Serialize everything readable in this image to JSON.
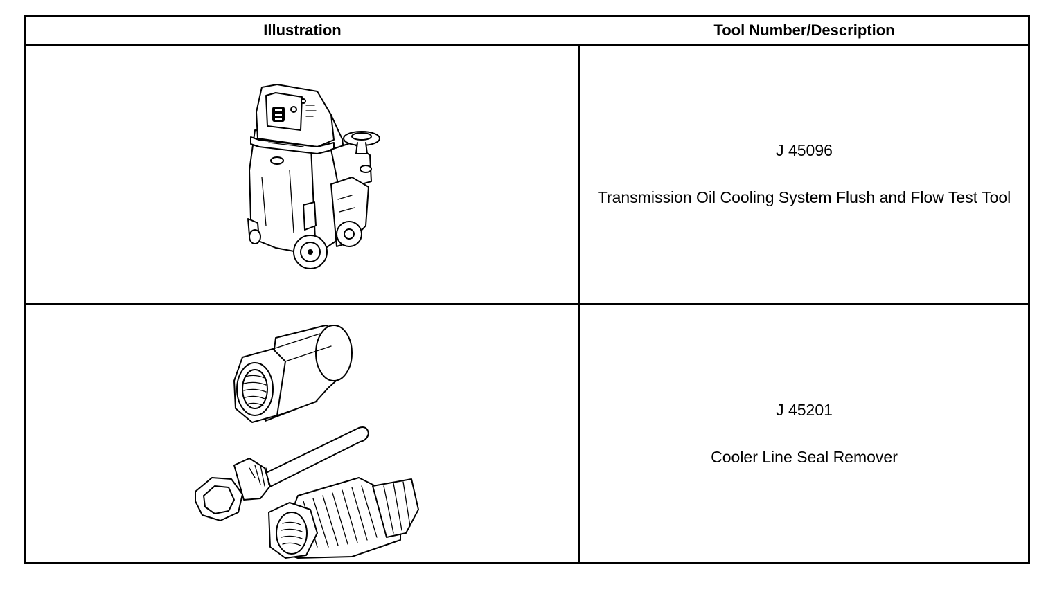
{
  "table": {
    "headers": {
      "illustration": "Illustration",
      "tool": "Tool Number/Description"
    },
    "rows": [
      {
        "tool_number": "J 45096",
        "description": "Transmission Oil Cooling System Flush and Flow Test Tool",
        "illustration_icon": "flush-flow-test-cart-icon"
      },
      {
        "tool_number": "J 45201",
        "description": "Cooler Line Seal Remover",
        "illustration_icon": "seal-remover-kit-icon"
      }
    ]
  }
}
